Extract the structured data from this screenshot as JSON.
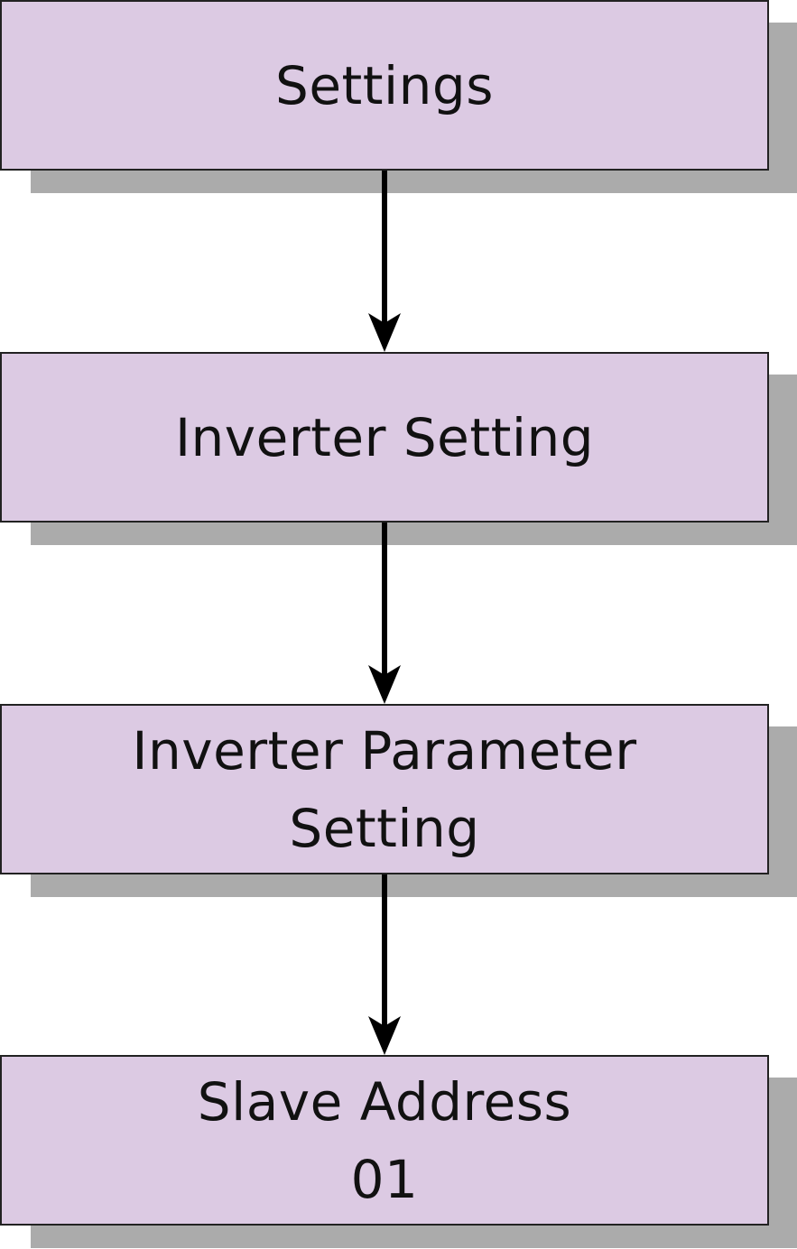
{
  "flow": {
    "steps": [
      {
        "lines": [
          "Settings"
        ]
      },
      {
        "lines": [
          "Inverter Setting"
        ]
      },
      {
        "lines": [
          "Inverter Parameter",
          "Setting"
        ]
      },
      {
        "lines": [
          "Slave Address",
          "01"
        ]
      }
    ]
  },
  "colors": {
    "box_fill": "#dccae3",
    "box_border": "#222222",
    "shadow": "#ababab",
    "arrow": "#000000",
    "text": "#111111"
  }
}
